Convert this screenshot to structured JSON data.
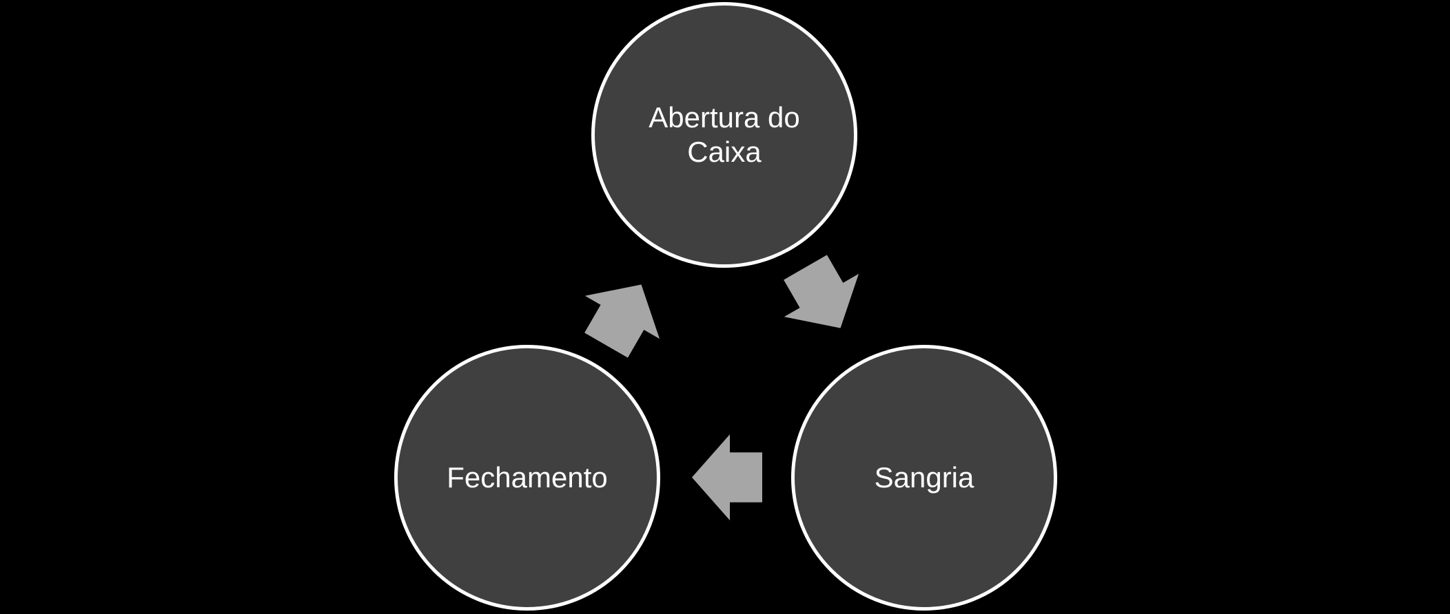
{
  "diagram": {
    "type": "cycle",
    "nodes": [
      {
        "id": "abertura-do-caixa",
        "label": "Abertura do Caixa",
        "position": "top"
      },
      {
        "id": "sangria",
        "label": "Sangria",
        "position": "bottom-right"
      },
      {
        "id": "fechamento",
        "label": "Fechamento",
        "position": "bottom-left"
      }
    ],
    "arrows": [
      {
        "icon": "block-arrow-icon",
        "from": "Abertura do Caixa",
        "to": "Sangria",
        "direction": "down-right"
      },
      {
        "icon": "block-arrow-icon",
        "from": "Sangria",
        "to": "Fechamento",
        "direction": "left"
      },
      {
        "icon": "block-arrow-icon",
        "from": "Fechamento",
        "to": "Abertura do Caixa",
        "direction": "up-right"
      }
    ],
    "flow_order": [
      "Abertura do Caixa",
      "Sangria",
      "Fechamento"
    ],
    "colors": {
      "background": "#000000",
      "node_fill": "#404040",
      "node_border": "#ffffff",
      "node_text": "#ffffff",
      "arrow_fill": "#a6a6a6"
    }
  }
}
